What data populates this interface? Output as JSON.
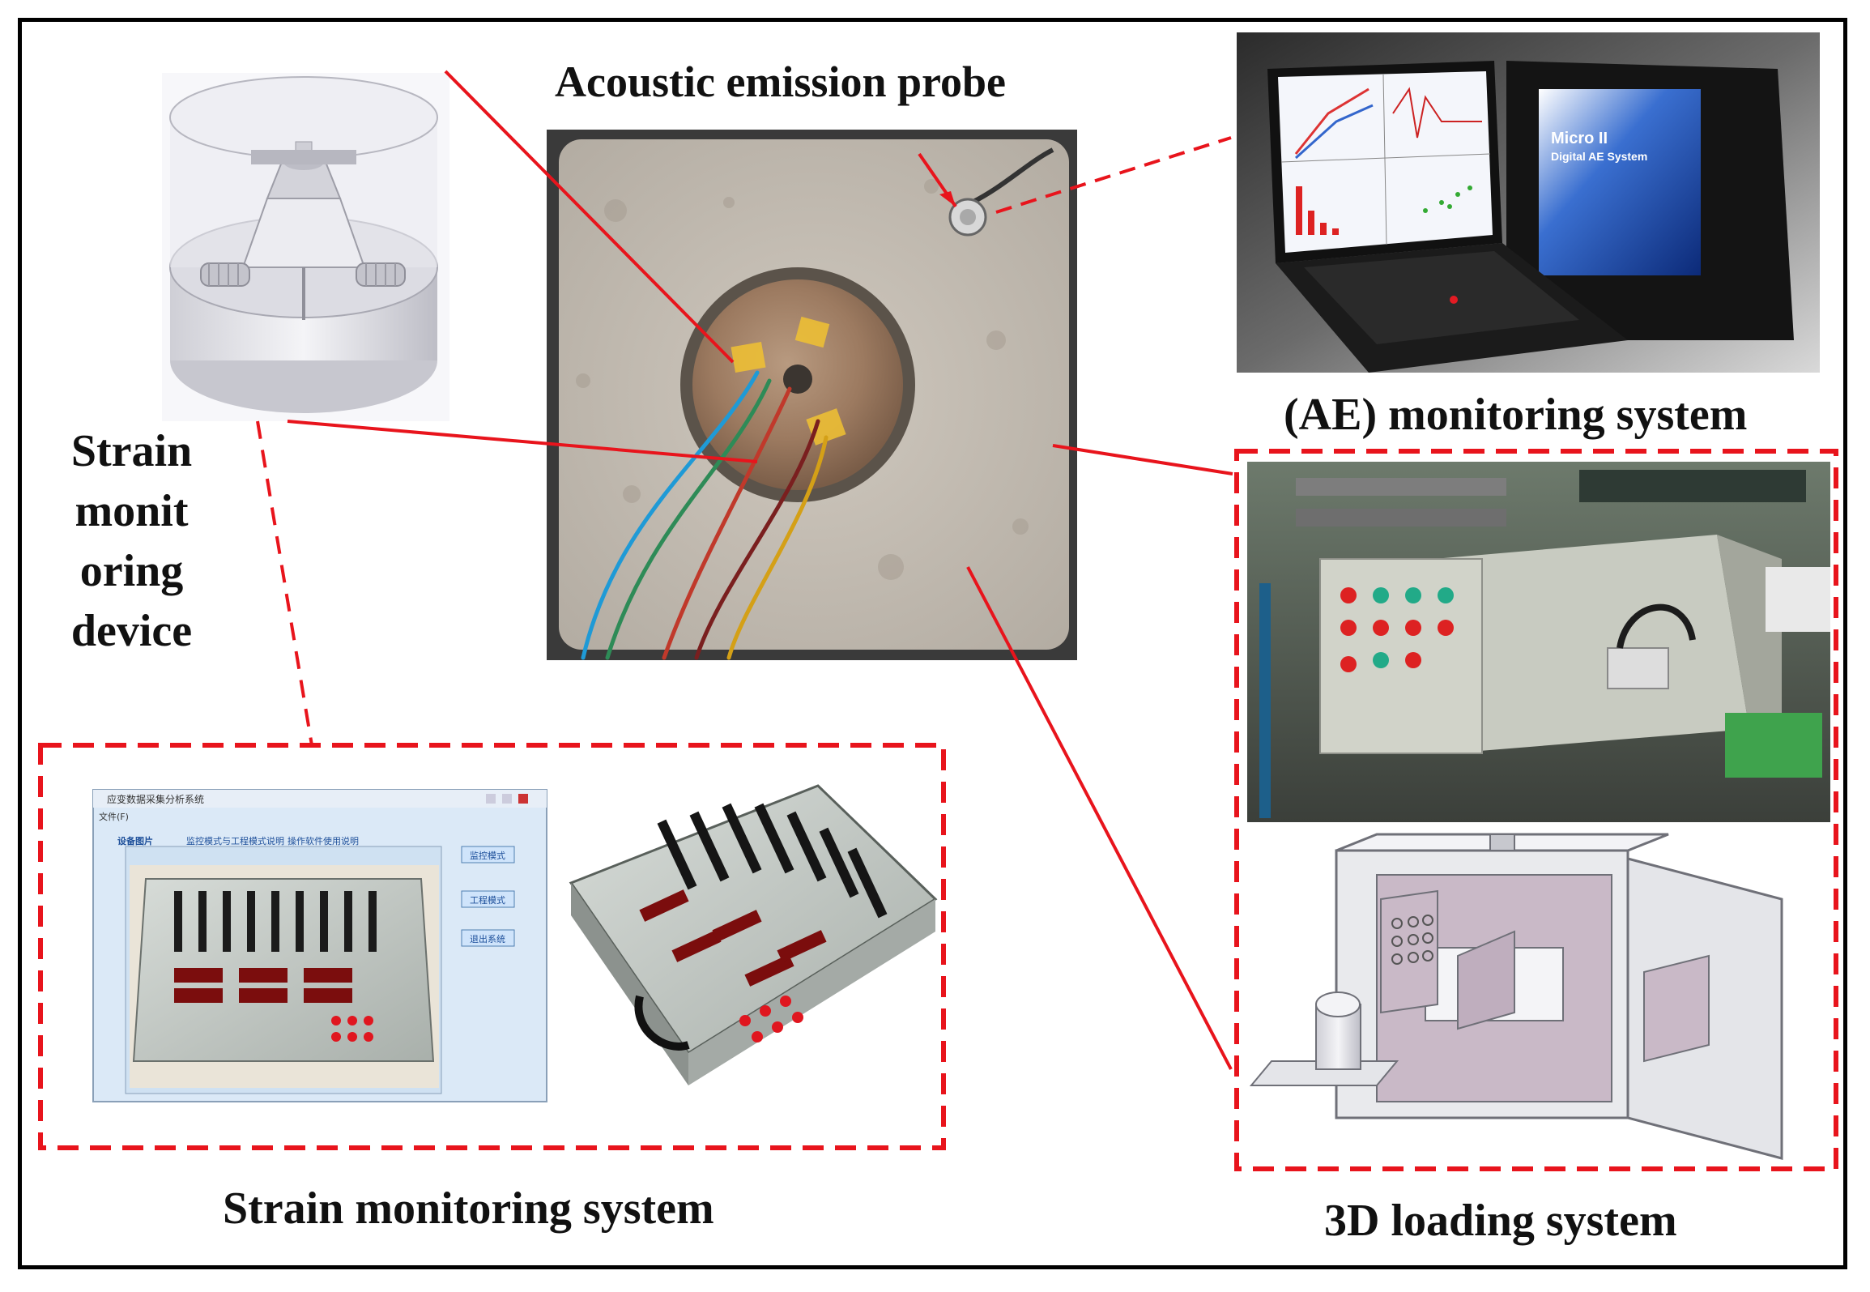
{
  "labels": {
    "acoustic_probe": "Acoustic emission probe",
    "ae_system": "(AE) monitoring system",
    "strain_device_lines": [
      "Strain",
      "monit",
      "oring",
      "device"
    ],
    "strain_system": "Strain monitoring system",
    "loading_system": "3D loading system"
  },
  "laptop": {
    "screen_brand": "Micro II",
    "screen_subtitle": "Digital AE System"
  },
  "software_window": {
    "title": "应变数据采集分析系统",
    "menu": "文件(F)",
    "tabs": [
      "设备图片",
      "监控模式与工程模式说明",
      "操作软件使用说明"
    ],
    "buttons": [
      "监控模式",
      "工程模式",
      "退出系统"
    ]
  },
  "colors": {
    "accent_red": "#e8141c",
    "frame": "#000000"
  }
}
